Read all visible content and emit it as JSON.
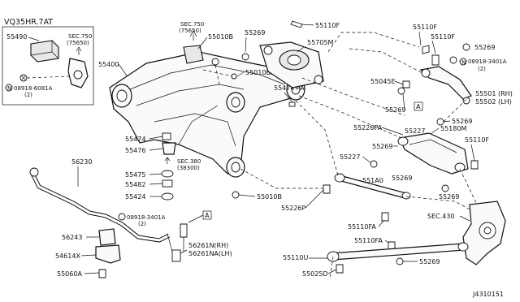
{
  "labels": {
    "inset_title": "VQ35HR.7AT",
    "inset_part": "55490",
    "inset_sec": "SEC.750",
    "inset_sec_ref": "(75650)",
    "inset_bolt": "08918-6081A",
    "inset_bolt_qty": "(2)",
    "p55400": "55400",
    "sec750": "SEC.750",
    "sec750_ref": "(75650)",
    "p55010b_top": "55010B",
    "p55269_top": "55269",
    "p55110f_top": "55110F",
    "p55705m": "55705M",
    "p55010ba": "55010BA",
    "p55474a": "55474+A",
    "p55474": "55474",
    "p55476": "55476",
    "sec380": "SEC.380",
    "sec380_ref": "(38300)",
    "p55475": "55475",
    "p55482": "55482",
    "p55424": "55424",
    "p55010b_bot": "55010B",
    "p56230": "56230",
    "bolt2": "08918-3401A",
    "bolt2_qty": "(2)",
    "box_a_left": "A",
    "p56243": "56243",
    "p54614x": "54614X",
    "p55060a": "55060A",
    "p56261n": "56261N(RH)",
    "p56261na": "56261NA(LH)",
    "p55110f_r1": "55110F",
    "p55110f_r2": "55110F",
    "p55269_r1": "55269",
    "bolt3": "08918-3401A",
    "bolt3_qty": "(2)",
    "p55045e": "55045E",
    "p55501": "55501 (RH)",
    "p55502": "55502 (LH)",
    "box_a_right": "A",
    "p55269_r2": "55269",
    "p55269_r3": "55269",
    "p55226pa": "55226PA",
    "p55227_top": "55227",
    "p55180m": "55180M",
    "p55269_mid": "55269",
    "p55227_mid": "55227",
    "p55110f_r3": "55110F",
    "p551a0": "551A0",
    "p55269_r4": "55269",
    "p55226p": "55226P",
    "p55269_r5": "55269",
    "p55110fa_1": "55110FA",
    "sec430": "SEC.430",
    "p55110fa_2": "55110FA",
    "p55110u": "55110U",
    "p55269_bot": "55269",
    "p55025d": "55025D",
    "drawing_no": "J4310151"
  }
}
